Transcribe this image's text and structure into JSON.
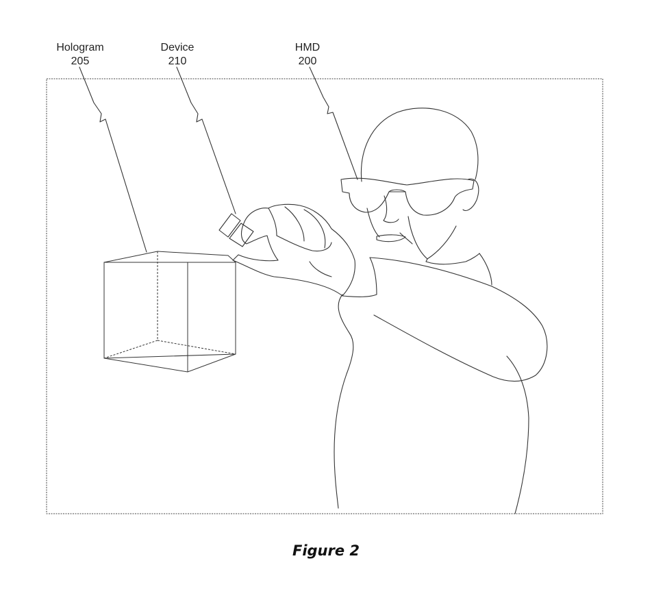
{
  "labels": [
    {
      "id": "hologram",
      "name": "Hologram",
      "ref": "205"
    },
    {
      "id": "device",
      "name": "Device",
      "ref": "210"
    },
    {
      "id": "hmd",
      "name": "HMD",
      "ref": "200"
    }
  ],
  "caption": "Figure 2"
}
